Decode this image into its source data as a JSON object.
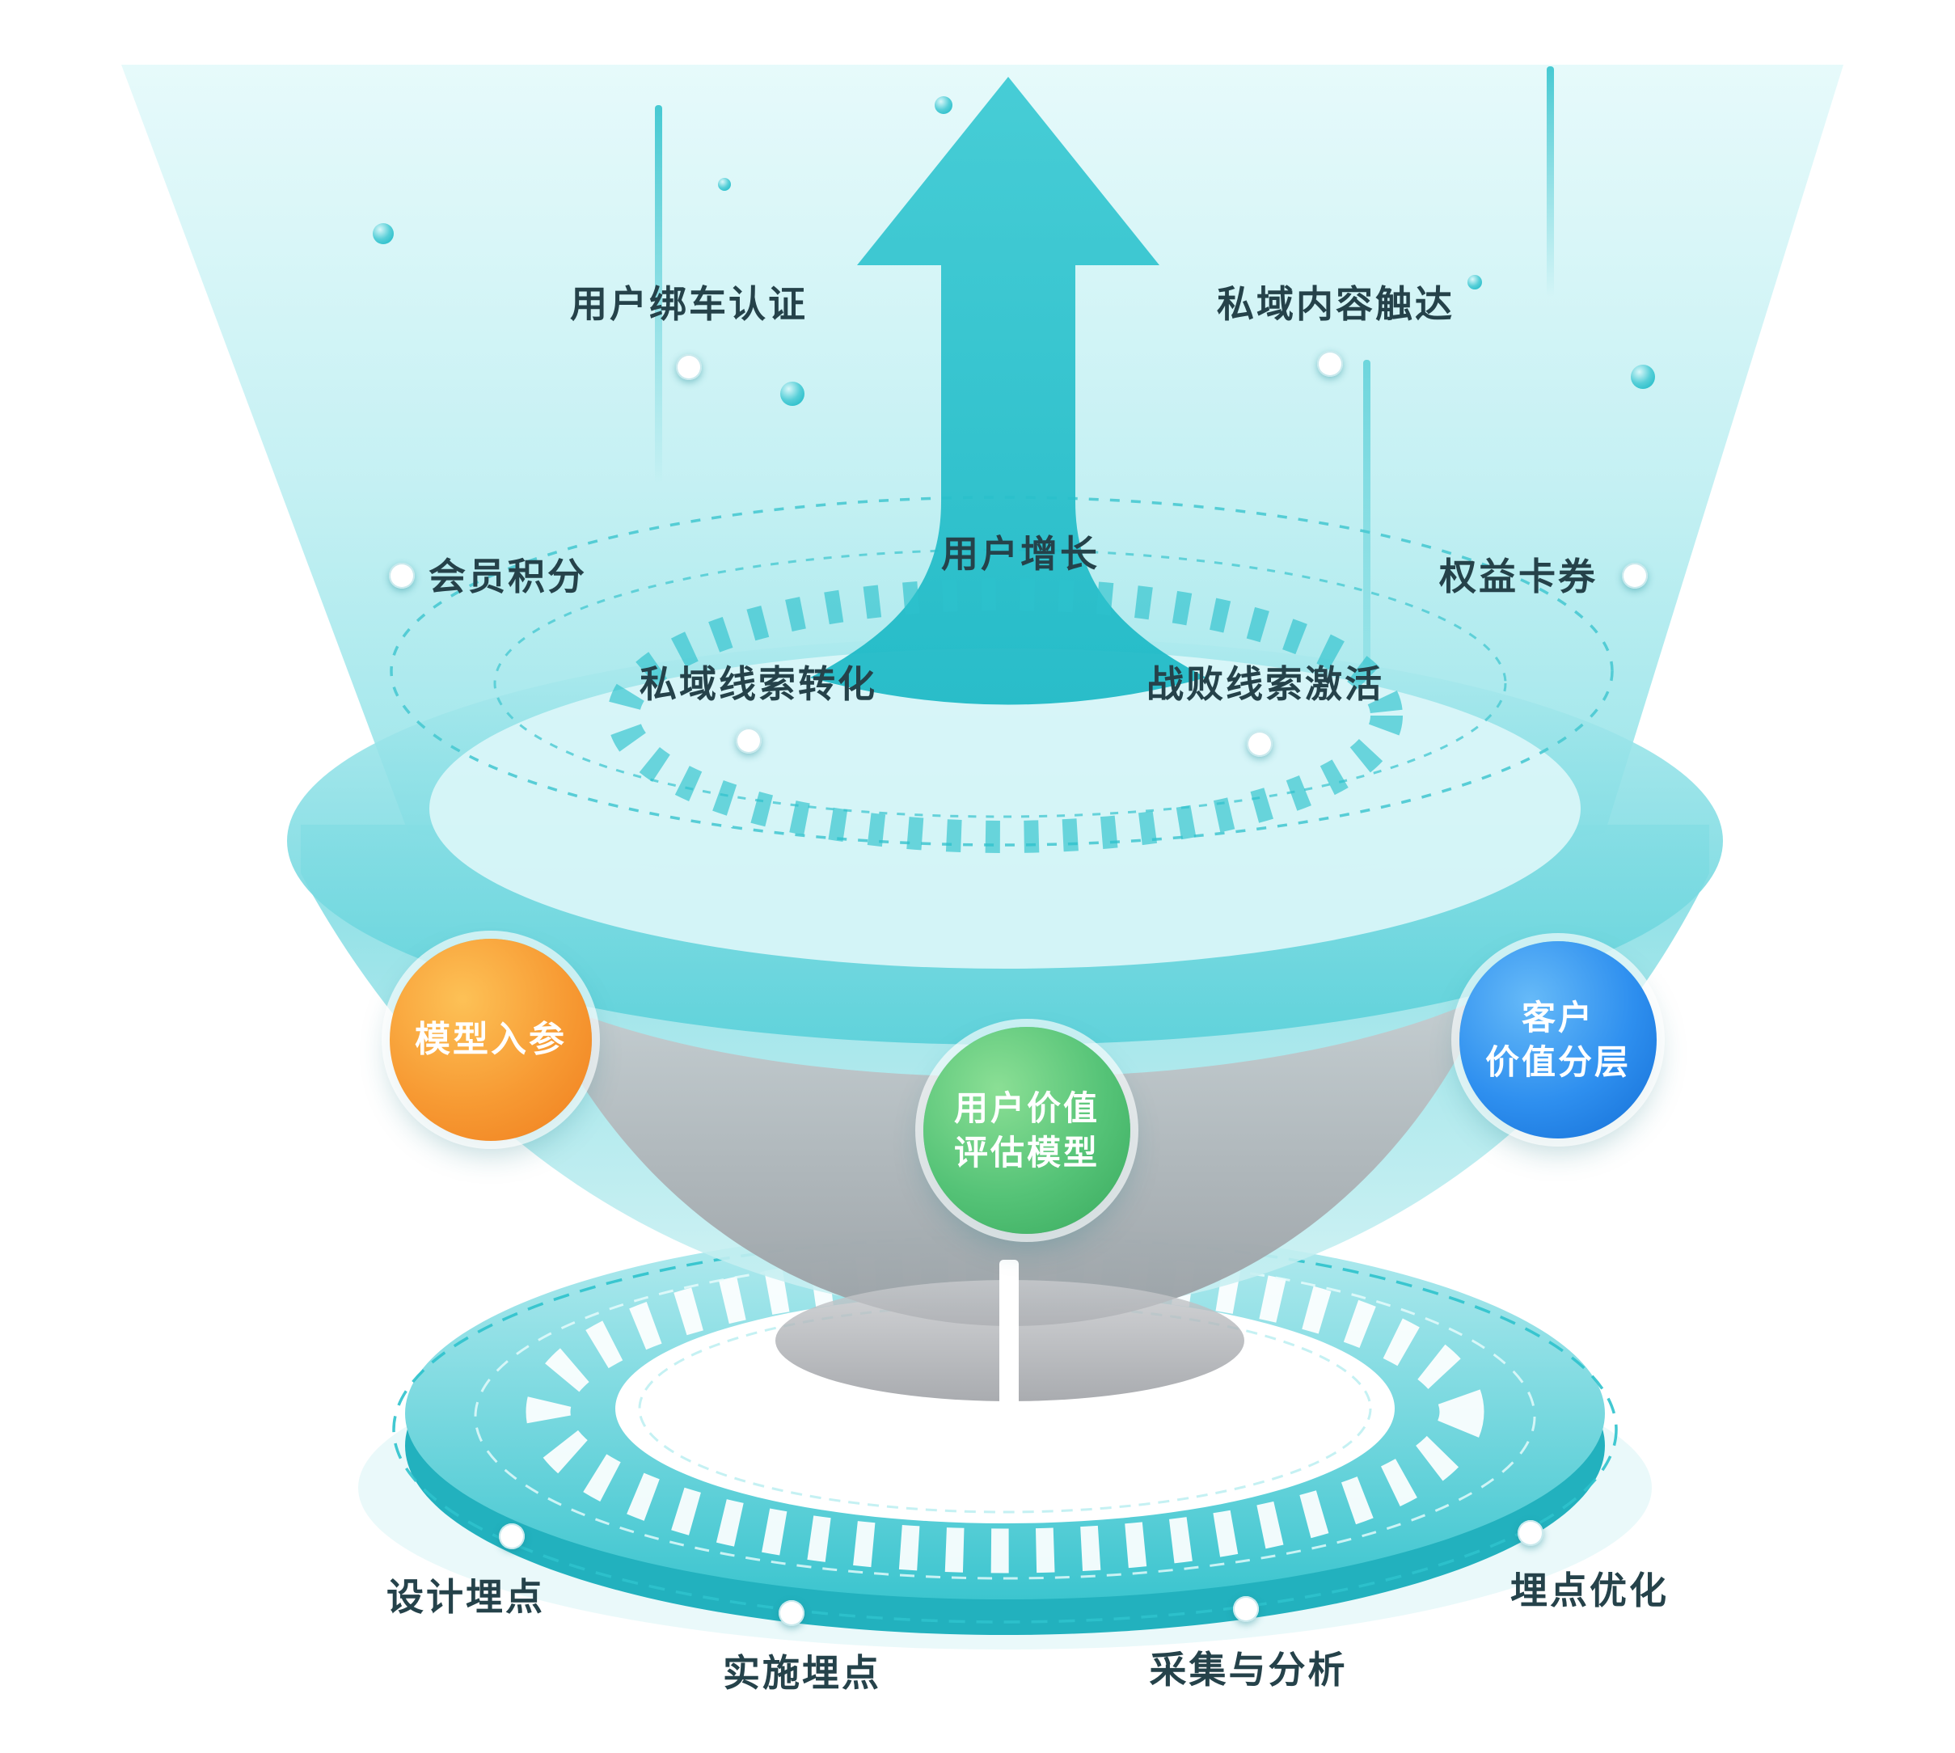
{
  "diagram": {
    "arrow_label": "用户增长",
    "upper_labels": [
      {
        "id": "user-car-binding-auth",
        "text": "用户绑车认证"
      },
      {
        "id": "private-domain-content-reach",
        "text": "私域内容触达"
      },
      {
        "id": "member-points",
        "text": "会员积分"
      },
      {
        "id": "rights-card-coupons",
        "text": "权益卡券"
      },
      {
        "id": "private-domain-lead-conversion",
        "text": "私域线索转化"
      },
      {
        "id": "lost-deal-lead-activation",
        "text": "战败线索激活"
      }
    ],
    "nodes": [
      {
        "id": "model-input-params",
        "lines": [
          "模型入参"
        ],
        "color": "#F79A33"
      },
      {
        "id": "user-value-evaluation-model",
        "lines": [
          "用户价值",
          "评估模型"
        ],
        "color": "#55C377"
      },
      {
        "id": "customer-value-tiering",
        "lines": [
          "客户",
          "价值分层"
        ],
        "color": "#2E8FEF"
      }
    ],
    "base_labels": [
      {
        "id": "design-tracking",
        "text": "设计埋点"
      },
      {
        "id": "implement-tracking",
        "text": "实施埋点"
      },
      {
        "id": "collect-and-analyze",
        "text": "采集与分析"
      },
      {
        "id": "tracking-optimization",
        "text": "埋点优化"
      }
    ],
    "colors": {
      "teal": "#2CC2CC",
      "teal_light": "#BFEFF2",
      "orange": "#F79A33",
      "green": "#55C377",
      "blue": "#2E8FEF",
      "gray": "#9A9DA2",
      "text": "#25424A"
    }
  }
}
